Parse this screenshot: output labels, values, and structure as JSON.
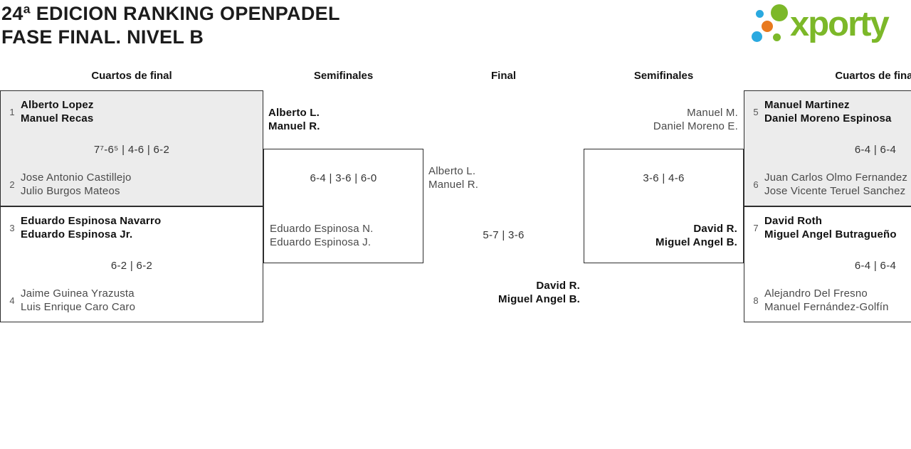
{
  "header": {
    "title_line1": "24ª EDICION RANKING OPENPADEL",
    "title_line2": "FASE FINAL. NIVEL B"
  },
  "logo": {
    "wordmark": "xporty",
    "colors": {
      "green": "#7cb829",
      "blue": "#2aa9e0",
      "orange": "#e8791e"
    }
  },
  "colors": {
    "highlight_bg": "#ececec"
  },
  "round_labels": {
    "qf_left": "Cuartos de final",
    "sf_left": "Semifinales",
    "final": "Final",
    "sf_right": "Semifinales",
    "qf_right": "Cuartos de final"
  },
  "quarterfinals": [
    {
      "seed_top": "1",
      "team_top": [
        "Alberto Lopez",
        "Manuel Recas"
      ],
      "score": "7⁷-6⁵ | 4-6 | 6-2",
      "seed_bottom": "2",
      "team_bottom": [
        "Jose Antonio Castillejo",
        "Julio Burgos Mateos"
      ]
    },
    {
      "seed_top": "3",
      "team_top": [
        "Eduardo Espinosa Navarro",
        "Eduardo Espinosa Jr."
      ],
      "score": "6-2 | 6-2",
      "seed_bottom": "4",
      "team_bottom": [
        "Jaime Guinea Yrazusta",
        "Luis Enrique Caro Caro"
      ]
    },
    {
      "seed_top": "5",
      "team_top": [
        "Manuel Martinez",
        "Daniel Moreno Espinosa"
      ],
      "score": "6-4 | 6-4",
      "seed_bottom": "6",
      "team_bottom": [
        "Juan Carlos Olmo Fernandez",
        "Jose Vicente Teruel Sanchez"
      ]
    },
    {
      "seed_top": "7",
      "team_top": [
        "David Roth",
        "Miguel Angel Butragueño"
      ],
      "score": "6-4 | 6-4",
      "seed_bottom": "8",
      "team_bottom": [
        "Alejandro Del Fresno",
        "Manuel Fernández-Golfín"
      ]
    }
  ],
  "semifinals": [
    {
      "team_top": [
        "Alberto L.",
        "Manuel R."
      ],
      "score": "6-4 | 3-6 | 6-0",
      "team_bottom": [
        "Eduardo Espinosa N.",
        "Eduardo Espinosa J."
      ]
    },
    {
      "team_top": [
        "Manuel M.",
        "Daniel Moreno E."
      ],
      "score": "3-6 | 4-6",
      "team_bottom": [
        "David R.",
        "Miguel Angel B."
      ]
    }
  ],
  "final": {
    "team_left": [
      "Alberto L.",
      "Manuel R."
    ],
    "score": "5-7 | 3-6",
    "team_right": [
      "David R.",
      "Miguel Angel B."
    ]
  }
}
